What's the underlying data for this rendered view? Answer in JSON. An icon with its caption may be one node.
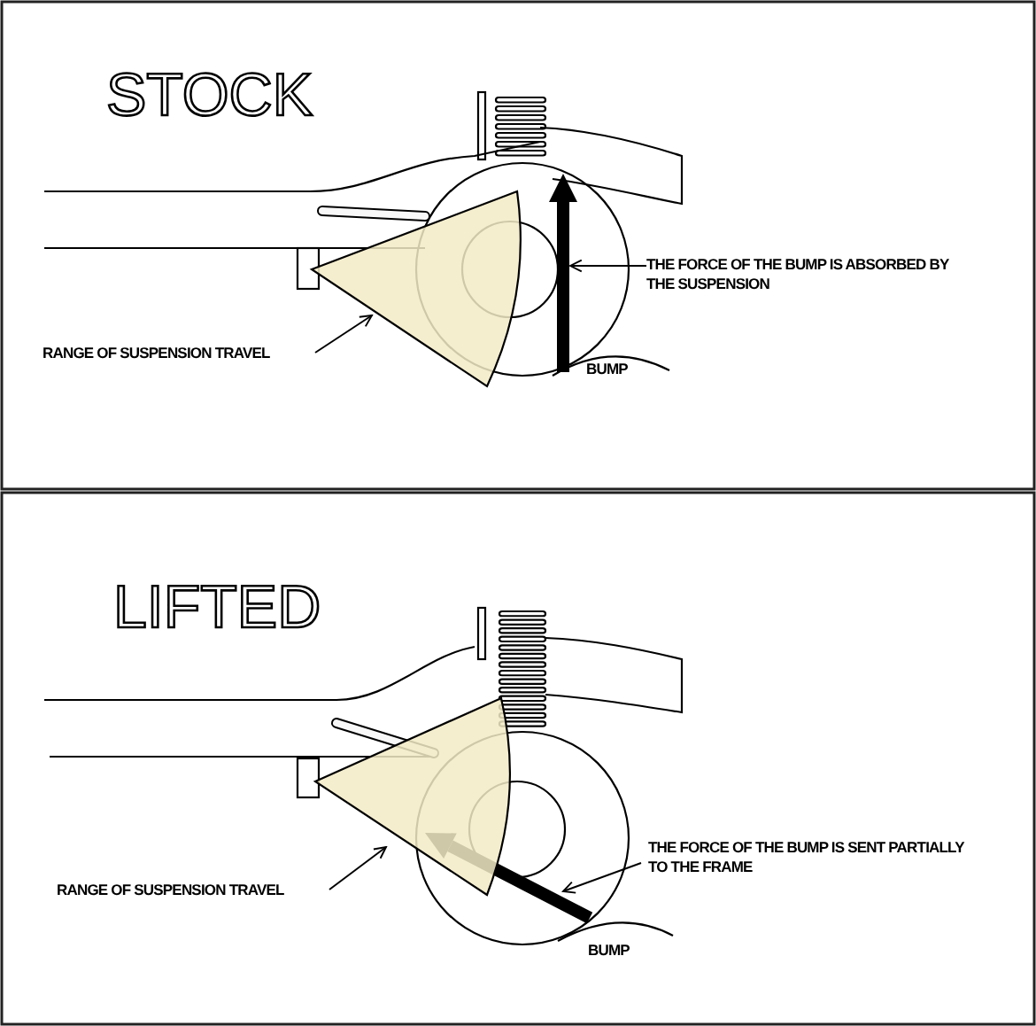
{
  "diagram": {
    "nodes": [
      {
        "text": [
          "THE FORCE OF THE BUMP IS ABSORBED BY THE SUSPENSION"
        ]
      },
      {
        "text": [],
        "shape": "arrow"
      },
      {
        "text": [
          "RANGE OF SUSPENSION TRAVEL"
        ]
      },
      {
        "text": [],
        "shape": "sector"
      },
      {
        "text": [
          "THE FORCE OF THE BUMP IS SENT PARTIALLY TO THE FRAME"
        ]
      },
      {
        "text": [],
        "shape": "arrow"
      },
      {
        "text": [
          "RANGE OF SUSPENSION TRAVEL"
        ]
      },
      {
        "text": [],
        "shape": "sector"
      }
    ],
    "edges": [
      {
        "from": 0,
        "to": 1,
        "arrow": "to"
      },
      {
        "from": 2,
        "to": 3,
        "arrow": "to"
      },
      {
        "from": 4,
        "to": 5,
        "arrow": "to"
      },
      {
        "from": 6,
        "to": 7,
        "arrow": "to"
      }
    ],
    "labels": [
      "STOCK",
      "BUMP",
      "LIFTED",
      "BUMP"
    ]
  }
}
